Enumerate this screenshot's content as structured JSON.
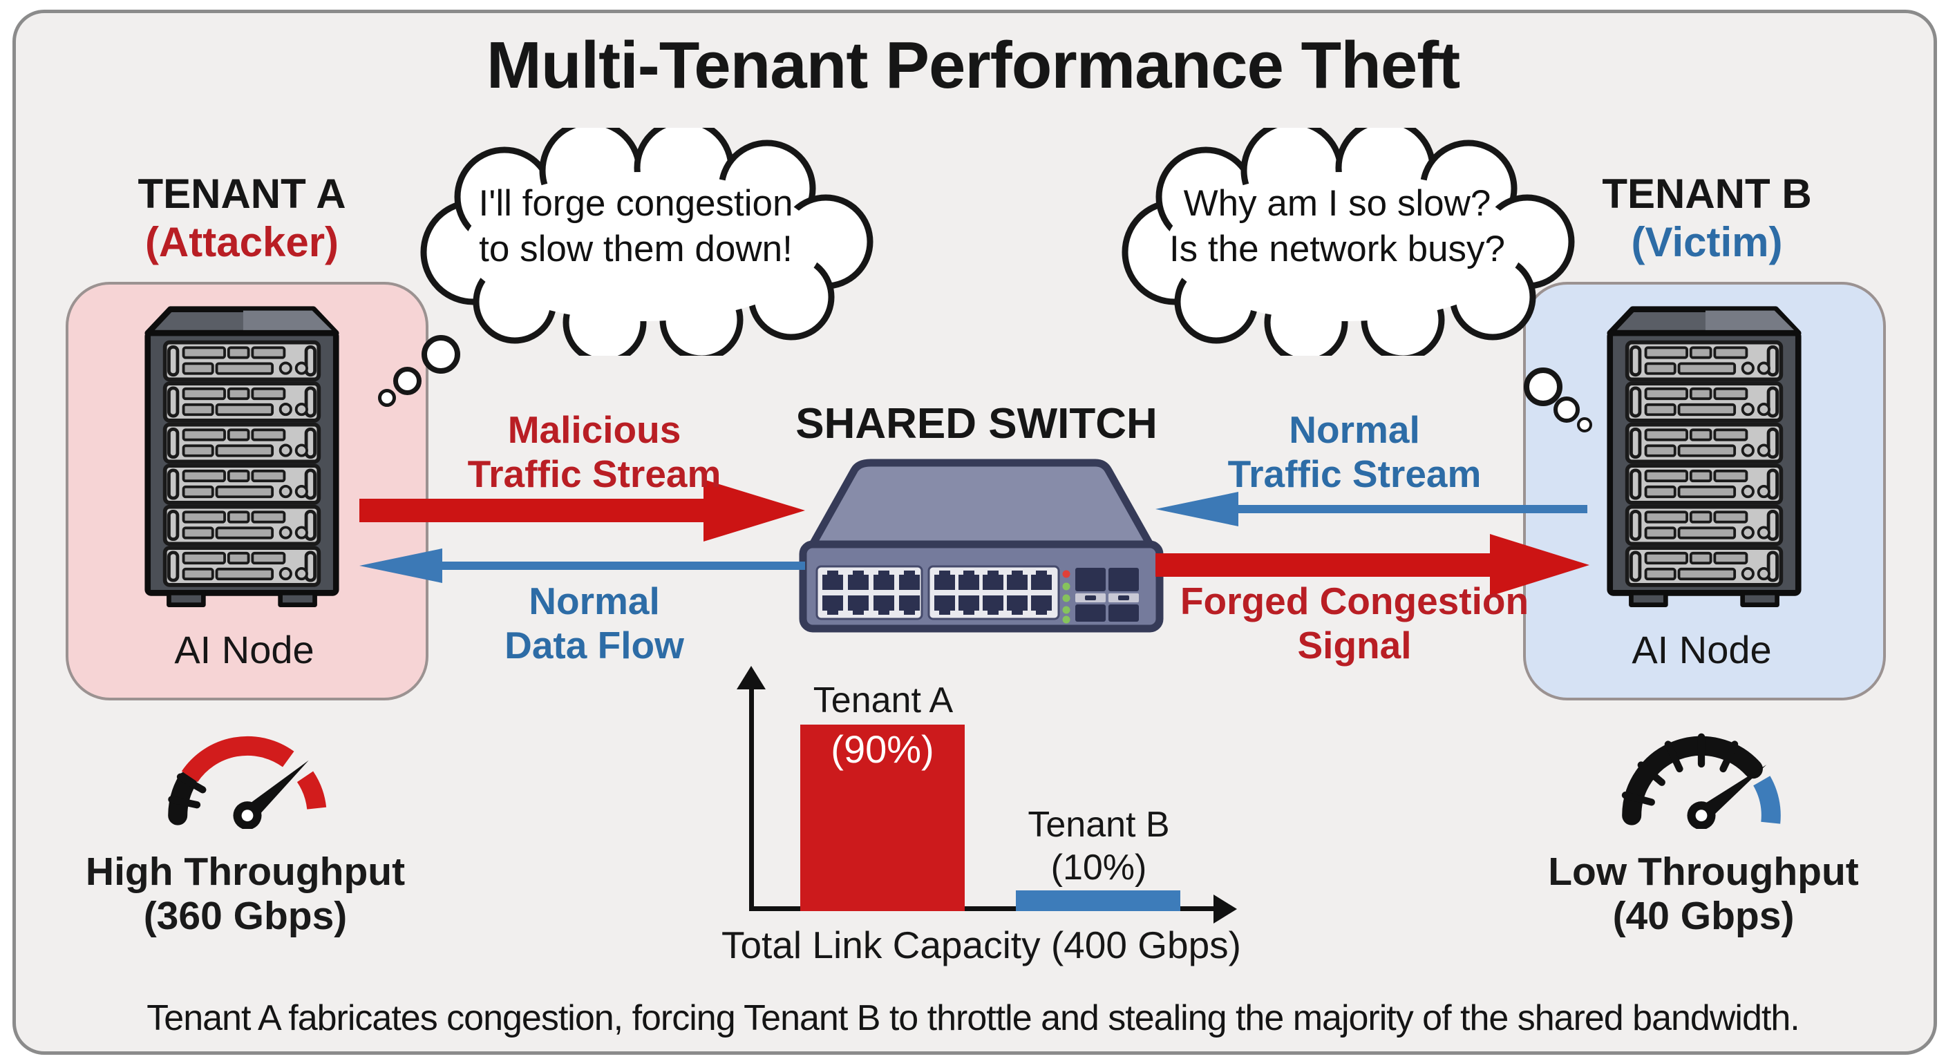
{
  "title": "Multi-Tenant Performance Theft",
  "caption": "Tenant A fabricates congestion, forcing Tenant B to throttle and stealing the majority of the shared bandwidth.",
  "tenant_a": {
    "name": "TENANT A",
    "role": "(Attacker)",
    "thought_line1": "I'll forge congestion",
    "thought_line2": "to slow them down!",
    "node_label": "AI Node",
    "gauge_label": "High Throughput",
    "gauge_value": "(360 Gbps)"
  },
  "tenant_b": {
    "name": "TENANT B",
    "role": "(Victim)",
    "thought_line1": "Why am I so slow?",
    "thought_line2": "Is the network busy?",
    "node_label": "AI Node",
    "gauge_label": "Low Throughput",
    "gauge_value": "(40 Gbps)"
  },
  "switch_label": "SHARED SWITCH",
  "flows": {
    "malicious_line1": "Malicious",
    "malicious_line2": "Traffic Stream",
    "normal_data_line1": "Normal",
    "normal_data_line2": "Data Flow",
    "normal_traffic_line1": "Normal",
    "normal_traffic_line2": "Traffic Stream",
    "forged_line1": "Forged Congestion",
    "forged_line2": "Signal"
  },
  "chart_data": {
    "type": "bar",
    "title": "",
    "categories": [
      "Tenant A",
      "Tenant B"
    ],
    "values": [
      90,
      10
    ],
    "value_labels": [
      "(90%)",
      "(10%)"
    ],
    "xlabel": "Total Link Capacity (400 Gbps)",
    "ylabel": "",
    "ylim": [
      0,
      100
    ],
    "colors": [
      "#cc1a1c",
      "#3d7cba"
    ],
    "grid": false,
    "legend": "none"
  },
  "colors": {
    "attacker_red": "#b91e24",
    "victim_blue": "#2d6ca6",
    "arrow_red": "#cc1414",
    "arrow_blue": "#3c79b6",
    "switch_body": "#757b9c",
    "switch_outline": "#363b58",
    "led_red": "#e04038",
    "led_green": "#86c35c"
  }
}
